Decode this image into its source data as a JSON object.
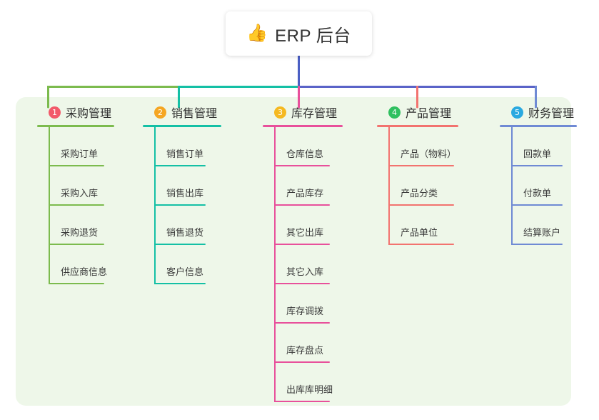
{
  "root": {
    "emoji": "👍",
    "emoji_name": "thumbs-up-icon",
    "title": "ERP 后台"
  },
  "panel": {
    "background": "#eef7e9"
  },
  "connectors": {
    "trunk_color": "#4b5fc4",
    "left_segment_color": "#7cbb4e",
    "mid_segment_color": "#14c0a5",
    "right_segment_color": "#5a63c8"
  },
  "columns": [
    {
      "index": "1",
      "title": "采购管理",
      "badge_color": "#f25a6a",
      "accent": "#7cbb4e",
      "children": [
        "采购订单",
        "采购入库",
        "采购退货",
        "供应商信息"
      ]
    },
    {
      "index": "2",
      "title": "销售管理",
      "badge_color": "#f5a623",
      "accent": "#14c0a5",
      "children": [
        "销售订单",
        "销售出库",
        "销售退货",
        "客户信息"
      ]
    },
    {
      "index": "3",
      "title": "库存管理",
      "badge_color": "#f5b921",
      "accent": "#e8509b",
      "children": [
        "仓库信息",
        "产品库存",
        "其它出库",
        "其它入库",
        "库存调拨",
        "库存盘点",
        "出库库明细"
      ]
    },
    {
      "index": "4",
      "title": "产品管理",
      "badge_color": "#30c060",
      "accent": "#f2736f",
      "children": [
        "产品（物料）",
        "产品分类",
        "产品单位"
      ]
    },
    {
      "index": "5",
      "title": "财务管理",
      "badge_color": "#2aa9e0",
      "accent": "#6f8ad4",
      "children": [
        "回款单",
        "付款单",
        "结算账户"
      ]
    }
  ]
}
